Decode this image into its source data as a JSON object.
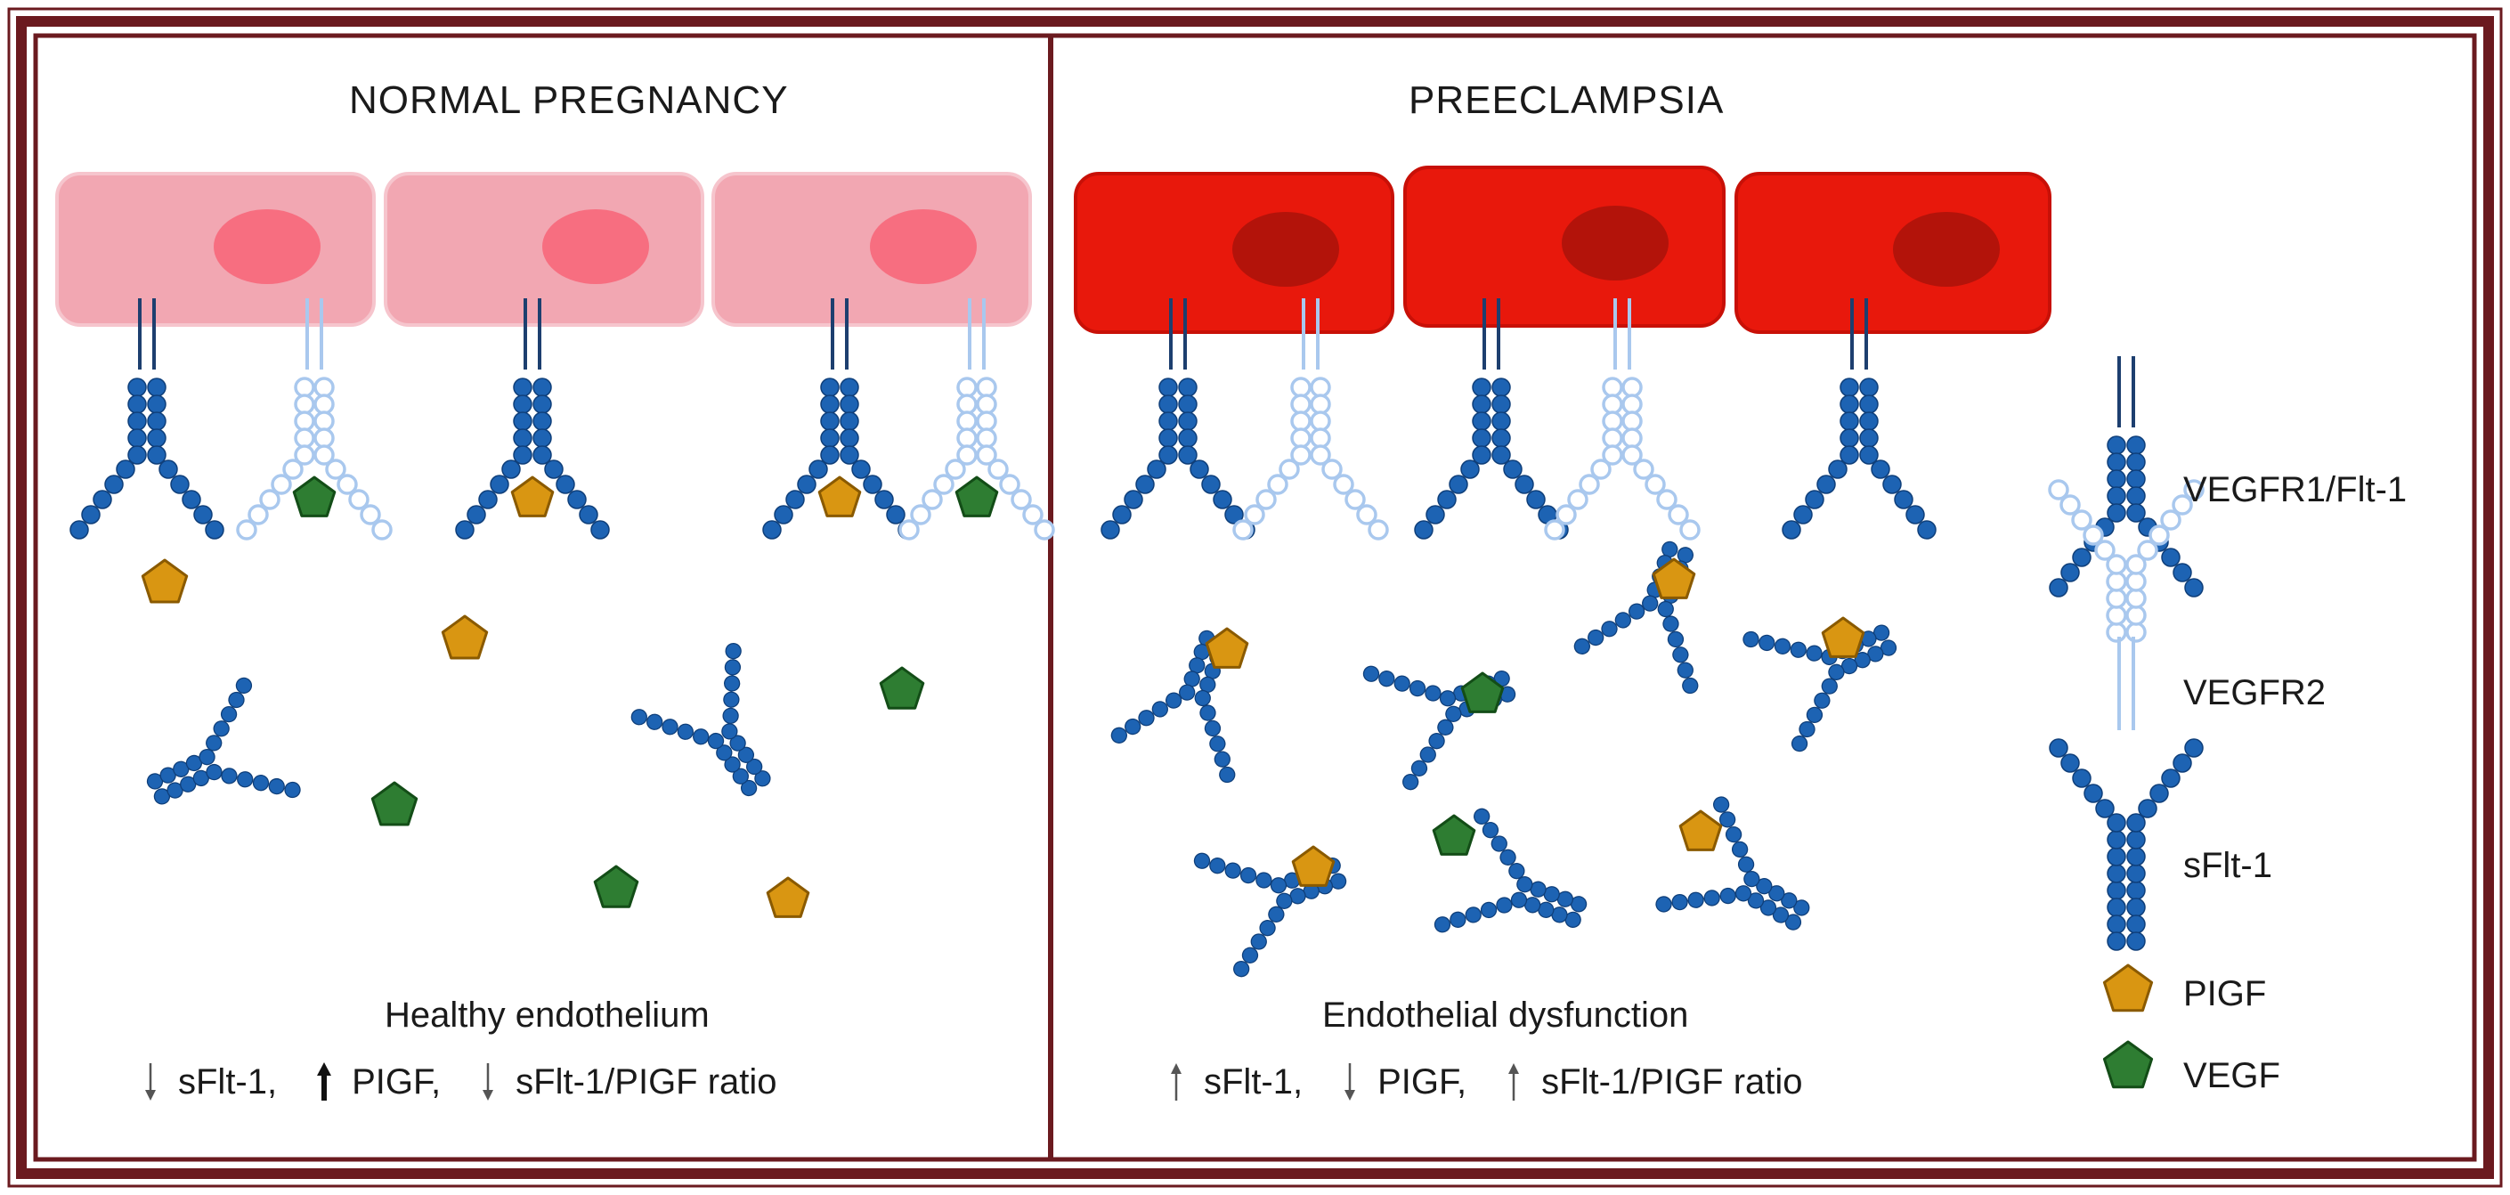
{
  "panels": {
    "normal": {
      "title": "NORMAL PREGNANCY",
      "caption": "Healthy endothelium",
      "indicators": [
        {
          "text": "sFlt-1,",
          "direction": "down",
          "weight": "thin"
        },
        {
          "text": "PIGF,",
          "direction": "up",
          "weight": "bold"
        },
        {
          "text": "sFlt-1/PIGF ratio",
          "direction": "down",
          "weight": "thin"
        }
      ]
    },
    "preeclampsia": {
      "title": "PREECLAMPSIA",
      "caption": "Endothelial dysfunction",
      "indicators": [
        {
          "text": "sFlt-1,",
          "direction": "up",
          "weight": "thin"
        },
        {
          "text": "PIGF,",
          "direction": "down",
          "weight": "thin"
        },
        {
          "text": "sFlt-1/PIGF ratio",
          "direction": "up",
          "weight": "thin"
        }
      ]
    }
  },
  "legend": {
    "vegfr1": "VEGFR1/Flt-1",
    "vegfr2": "VEGFR2",
    "sflt1": "sFlt-1",
    "pigf": "PIGF",
    "vegf": "VEGF"
  },
  "colors": {
    "frame": "#6b1a1f",
    "cell_normal": "#f2a7b2",
    "nucleus_normal": "#f76e80",
    "cell_pre": "#e8180c",
    "nucleus_pre": "#b3130a",
    "receptor_dark": "#1d63b3",
    "receptor_light": "#a9c8ee",
    "pigf": "#d99612",
    "vegf": "#2e7d32"
  },
  "icons": [
    "vegfr1-receptor-icon",
    "vegfr2-receptor-icon",
    "sflt1-icon",
    "pigf-pentagon-icon",
    "vegf-pentagon-icon"
  ]
}
